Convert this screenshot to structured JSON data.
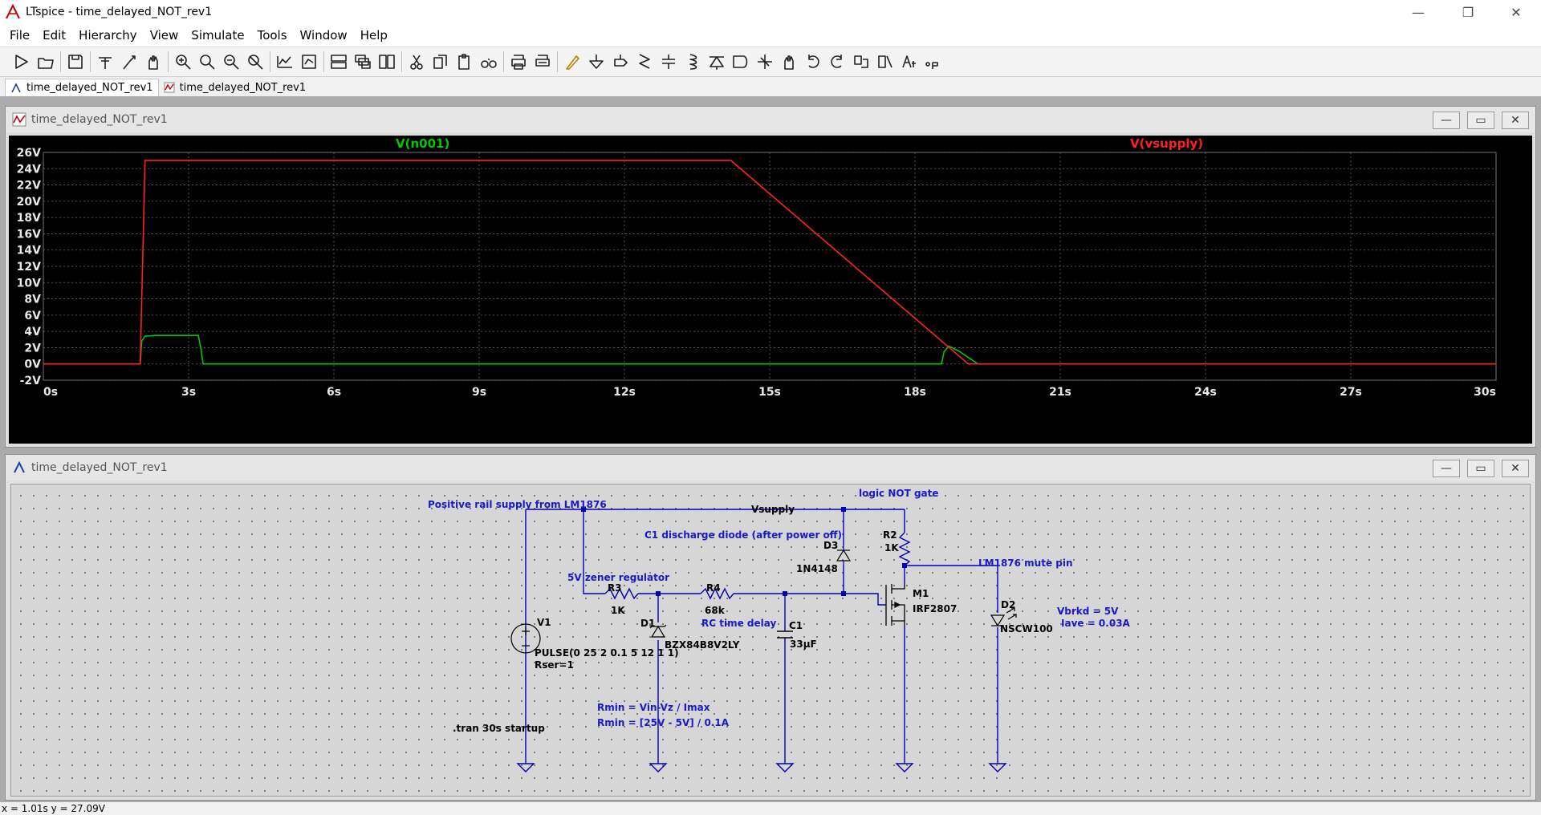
{
  "window": {
    "title": "LTspice - time_delayed_NOT_rev1",
    "minimize_glyph": "—",
    "restore_glyph": "❐",
    "close_glyph": "✕"
  },
  "menu": [
    "File",
    "Edit",
    "Hierarchy",
    "View",
    "Simulate",
    "Tools",
    "Window",
    "Help"
  ],
  "toolbar_icons": [
    "run-icon",
    "open-icon",
    "|",
    "save-icon",
    "|",
    "control-panel-icon",
    "probe-icon",
    "pan-hand-icon",
    "|",
    "zoom-in-icon",
    "zoom-area-icon",
    "zoom-out-icon",
    "zoom-cancel-icon",
    "|",
    "autorange-icon",
    "zoom-fit-icon",
    "|",
    "tile-horizontal-icon",
    "cascade-icon",
    "tile-vertical-icon",
    "|",
    "cut-icon",
    "copy-icon",
    "paste-icon",
    "find-icon",
    "|",
    "print-icon",
    "print-setup-icon",
    "|",
    "draw-wire-icon",
    "ground-icon",
    "label-net-icon",
    "resistor-icon",
    "capacitor-icon",
    "inductor-icon",
    "diode-icon",
    "component-icon",
    "move-icon",
    "drag-icon",
    "undo-icon",
    "redo-icon",
    "rotate-icon",
    "mirror-icon",
    "text-icon",
    "spice-directive-icon"
  ],
  "tabs": [
    {
      "label": "time_delayed_NOT_rev1",
      "icon": "schematic-icon",
      "active": true
    },
    {
      "label": "time_delayed_NOT_rev1",
      "icon": "waveform-icon",
      "active": false
    }
  ],
  "waveform_window": {
    "title": "time_delayed_NOT_rev1",
    "traces": [
      {
        "label": "V(n001)",
        "color": "#00c800"
      },
      {
        "label": "V(vsupply)",
        "color": "#ff2020"
      }
    ]
  },
  "schematic_window": {
    "title": "time_delayed_NOT_rev1"
  },
  "schematic": {
    "labels": {
      "logic_not": "logic NOT gate",
      "positive_rail": "Positive rail supply from LM1876",
      "vsupply": "Vsupply",
      "c1_discharge": "C1 discharge diode (after power off)",
      "d3": "D3",
      "d3_val": "1N4148",
      "r2": "R2",
      "r2_val": "1K",
      "mute_pin": "LM1876 mute pin",
      "zener_reg": "5V zener regulator",
      "r3": "R3",
      "r3_val": "1K",
      "r4": "R4",
      "r4_val": "68k",
      "m1": "M1",
      "m1_val": "IRF2807",
      "v1": "V1",
      "d1": "D1",
      "d1_val": "BZX84B8V2LY",
      "rc_delay": "RC time delay",
      "c1": "C1",
      "c1_val": "33µF",
      "d2": "D2",
      "d2_val": "NSCW100",
      "vbrkd": "Vbrkd = 5V",
      "iave": "Iave = 0.03A",
      "pulse": "PULSE(0 25 2 0.1 5 12 1 1)",
      "rser": "Rser=1",
      "rmin1": "Rmin = Vin-Vz / Imax",
      "rmin2": "Rmin = [25V - 5V] / 0.1A",
      "tran": ".tran 30s startup"
    }
  },
  "status": {
    "text": "x = 1.01s    y = 27.09V"
  },
  "chart_data": {
    "type": "line",
    "x_unit": "s",
    "y_unit": "V",
    "xlim": [
      0,
      30
    ],
    "ylim": [
      -2,
      26
    ],
    "x_ticks": [
      0,
      3,
      6,
      9,
      12,
      15,
      18,
      21,
      24,
      27,
      30
    ],
    "x_tick_labels": [
      "0s",
      "3s",
      "6s",
      "9s",
      "12s",
      "15s",
      "18s",
      "21s",
      "24s",
      "27s",
      "30s"
    ],
    "y_ticks": [
      26,
      24,
      22,
      20,
      18,
      16,
      14,
      12,
      10,
      8,
      6,
      4,
      2,
      0,
      -2
    ],
    "y_tick_labels": [
      "26V",
      "24V",
      "22V",
      "20V",
      "18V",
      "16V",
      "14V",
      "12V",
      "10V",
      "8V",
      "6V",
      "4V",
      "2V",
      "0V",
      "-2V"
    ],
    "grid": true,
    "series": [
      {
        "name": "V(n001)",
        "color": "#00c800",
        "x": [
          0,
          2.0,
          2.03,
          2.1,
          2.3,
          3.2,
          3.25,
          3.3,
          18.55,
          18.6,
          18.7,
          18.9,
          19.1,
          19.3,
          30
        ],
        "y": [
          0,
          0,
          2.8,
          3.4,
          3.5,
          3.5,
          2.0,
          0,
          0,
          1.5,
          2.2,
          1.6,
          0.8,
          0,
          0
        ]
      },
      {
        "name": "V(vsupply)",
        "color": "#ff2020",
        "x": [
          0,
          2.0,
          2.1,
          14.1,
          14.2,
          19.1,
          30
        ],
        "y": [
          0,
          0,
          25,
          25,
          25,
          0,
          0
        ]
      }
    ]
  }
}
